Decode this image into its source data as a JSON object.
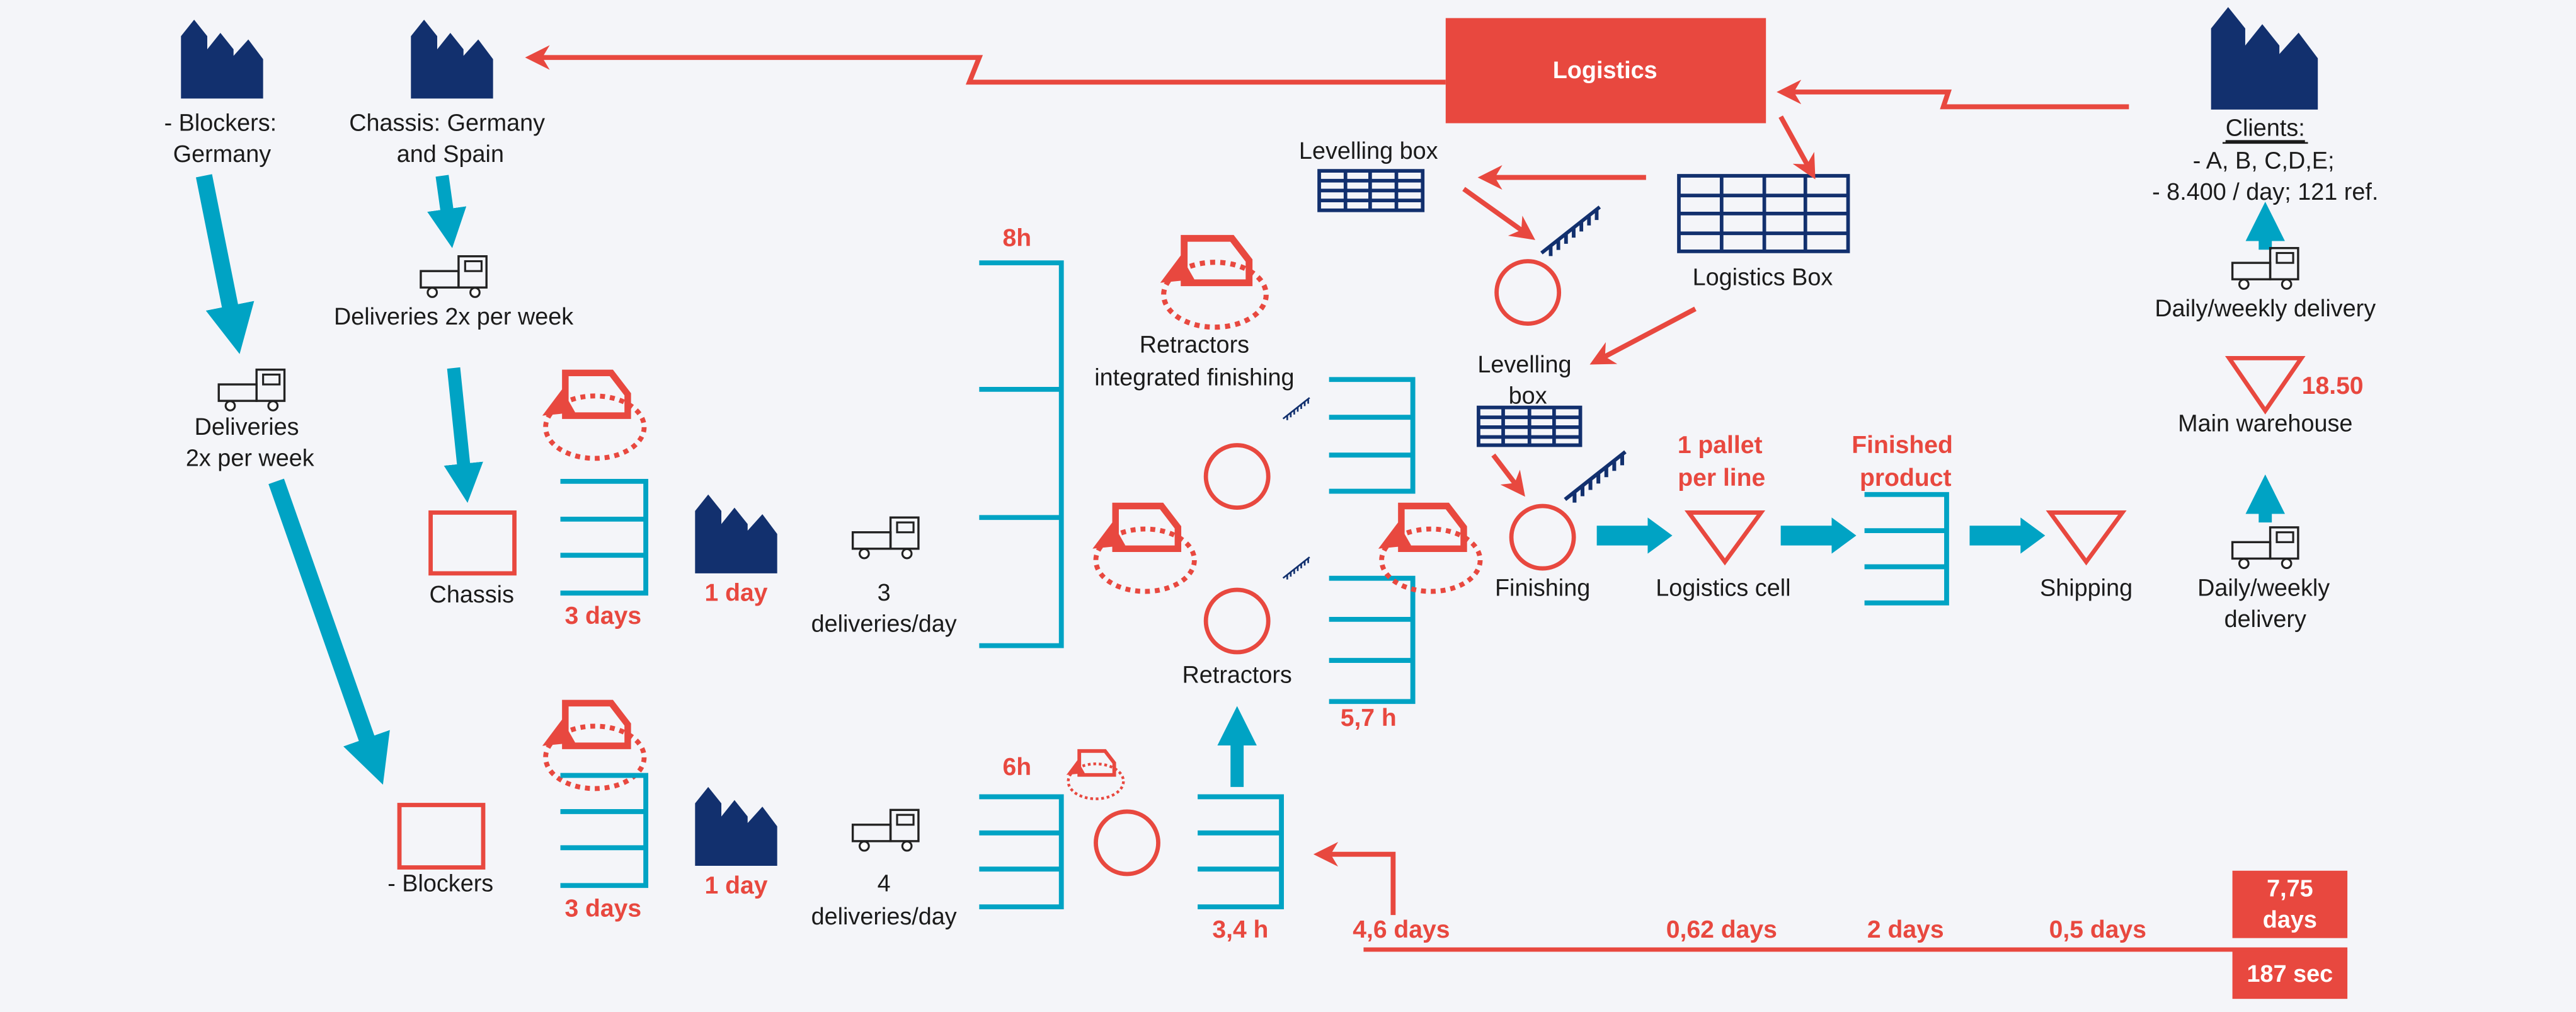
{
  "colors": {
    "accent_red": "#E8483F",
    "teal": "#00A3C4",
    "navy": "#12306E",
    "background": "#F4F5F9"
  },
  "suppliers": {
    "blockers": {
      "line1": "- Blockers:",
      "line2": "Germany"
    },
    "chassis": {
      "line1": "Chassis: Germany",
      "line2": "and Spain"
    }
  },
  "logistics": {
    "title": "Logistics",
    "levelling_box_top": "Levelling box",
    "logistics_box": "Logistics Box",
    "levelling_box_mid_1": "Levelling",
    "levelling_box_mid_2": "box"
  },
  "deliveries": {
    "chassis_supplier": "Deliveries 2x per week",
    "blockers_supplier_1": "Deliveries",
    "blockers_supplier_2": "2x per week"
  },
  "upper_flow": {
    "inventory_label": "Chassis",
    "stock_time": "3 days",
    "transport_time": "1 day",
    "deliveries_1": "3",
    "deliveries_2": "deliveries/day",
    "supermarket_time": "8h"
  },
  "lower_flow": {
    "inventory_label": "- Blockers",
    "stock_time": "3 days",
    "transport_time": "1 day",
    "deliveries_1": "4",
    "deliveries_2": "deliveries/day",
    "supermarket_time": "6h",
    "retractor_supermarket_time": "3,4 h"
  },
  "processes": {
    "retractors_integrated_1": "Retractors",
    "retractors_integrated_2": "integrated finishing",
    "retractors": "Retractors",
    "retractors_supermarket_time": "5,7 h",
    "finishing": "Finishing",
    "logistics_cell": "Logistics cell",
    "pallet_1": "1 pallet",
    "pallet_2": "per line",
    "finished_1": "Finished",
    "finished_2": "product",
    "shipping": "Shipping"
  },
  "customer": {
    "title": "Clients:",
    "line1": "-  A, B, C,D,E;",
    "line2": "-  8.400 / day; 121 ref.",
    "delivery_top": "Daily/weekly delivery",
    "warehouse_value": "18.50",
    "warehouse": "Main warehouse",
    "delivery_bottom_1": "Daily/weekly",
    "delivery_bottom_2": "delivery"
  },
  "timeline": {
    "segments": [
      "4,6 days",
      "0,62 days",
      "2 days",
      "0,5 days"
    ],
    "total_lead_time_1": "7,75",
    "total_lead_time_2": "days",
    "total_processing": "187 sec"
  }
}
